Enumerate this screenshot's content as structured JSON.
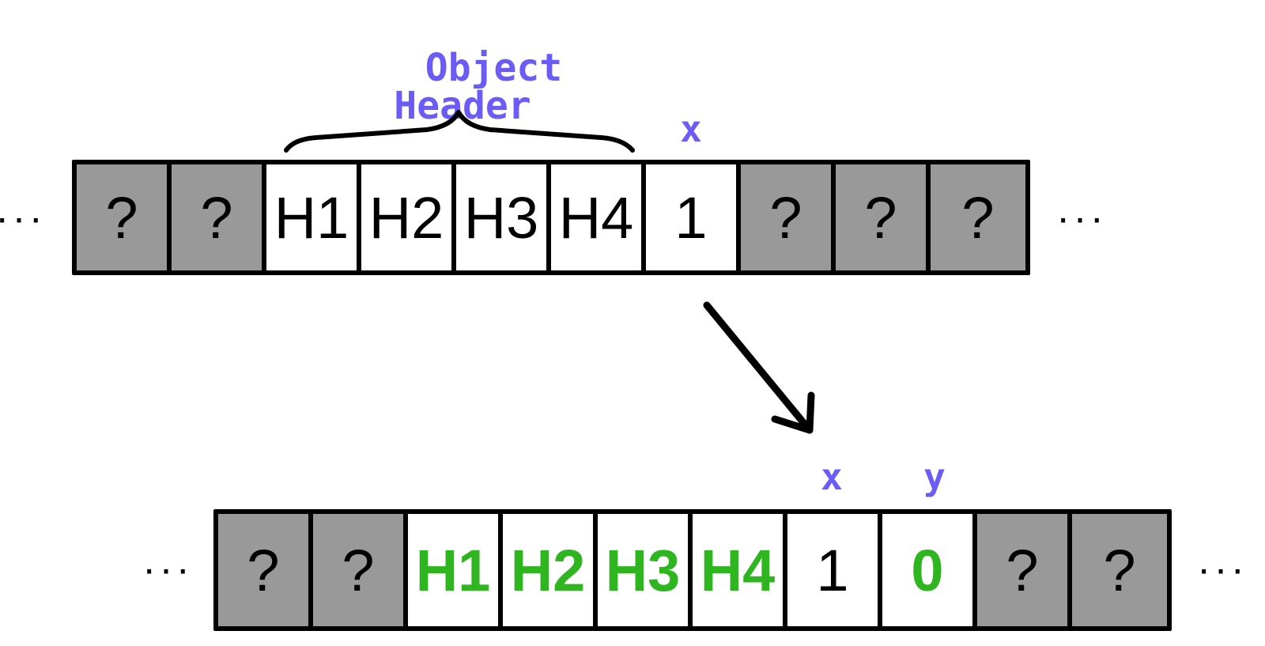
{
  "colors": {
    "label": "#6b5cf6",
    "highlight": "#2fb51f",
    "unknown_cell": "#999999"
  },
  "header_label": "Object\nHeader",
  "ellipsis": "···",
  "top_row": {
    "var_labels": [
      "x"
    ],
    "cells": [
      {
        "text": "?",
        "kind": "unknown"
      },
      {
        "text": "?",
        "kind": "unknown"
      },
      {
        "text": "H1",
        "kind": "known"
      },
      {
        "text": "H2",
        "kind": "known"
      },
      {
        "text": "H3",
        "kind": "known"
      },
      {
        "text": "H4",
        "kind": "known"
      },
      {
        "text": "1",
        "kind": "known"
      },
      {
        "text": "?",
        "kind": "unknown"
      },
      {
        "text": "?",
        "kind": "unknown"
      },
      {
        "text": "?",
        "kind": "unknown"
      }
    ]
  },
  "bottom_row": {
    "var_labels": [
      "x",
      "y"
    ],
    "cells": [
      {
        "text": "?",
        "kind": "unknown"
      },
      {
        "text": "?",
        "kind": "unknown"
      },
      {
        "text": "H1",
        "kind": "new"
      },
      {
        "text": "H2",
        "kind": "new"
      },
      {
        "text": "H3",
        "kind": "new"
      },
      {
        "text": "H4",
        "kind": "new"
      },
      {
        "text": "1",
        "kind": "known"
      },
      {
        "text": "0",
        "kind": "new"
      },
      {
        "text": "?",
        "kind": "unknown"
      },
      {
        "text": "?",
        "kind": "unknown"
      }
    ]
  }
}
